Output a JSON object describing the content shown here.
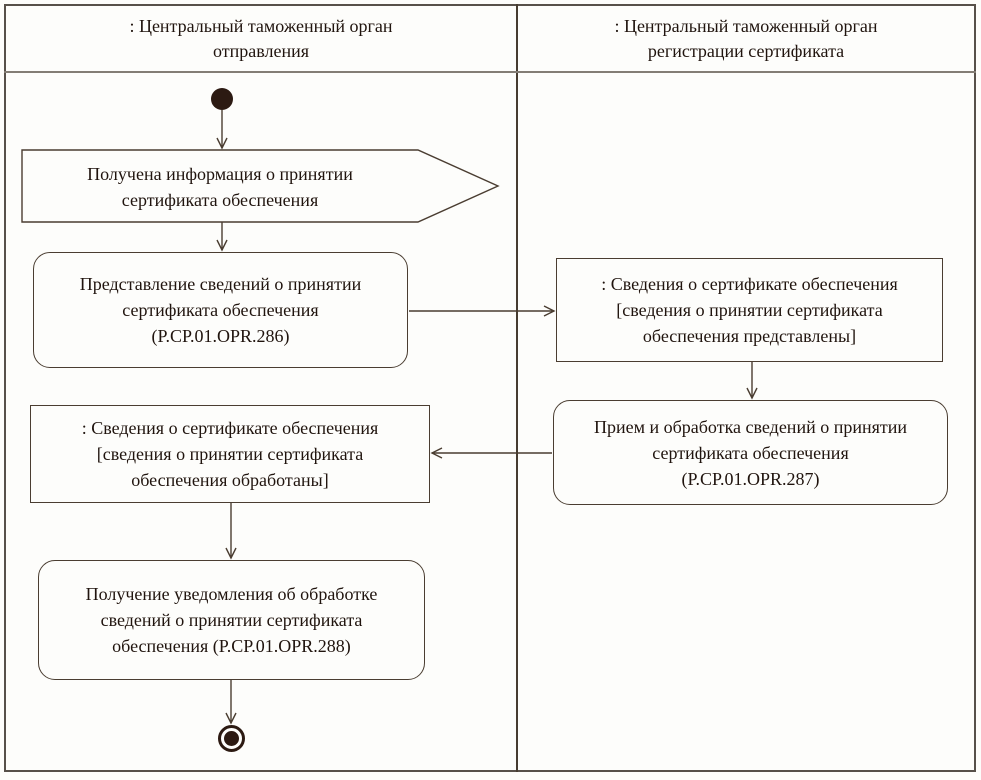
{
  "diagram": {
    "type": "uml-activity-swimlane",
    "colors": {
      "stroke": "#4a3d31",
      "frame": "#57504a",
      "node_fill": "#2c1a12",
      "background": "#fdfdfb",
      "text": "#20140e"
    },
    "lanes": [
      {
        "title": ": Центральный таможенный орган\nотправления"
      },
      {
        "title": ": Центральный таможенный орган\nрегистрации сертификата"
      }
    ],
    "nodes": {
      "initial": {
        "kind": "initial-state"
      },
      "signal_received": {
        "kind": "receive-signal",
        "text": "Получена информация о принятии\nсертификата обеспечения"
      },
      "action_286": {
        "kind": "action",
        "text": "Представление сведений о принятии\nсертификата обеспечения\n(P.CP.01.OPR.286)"
      },
      "object_presented": {
        "kind": "object-state",
        "text": ": Сведения о сертификате обеспечения\n[сведения о принятии сертификата\nобеспечения представлены]"
      },
      "action_287": {
        "kind": "action",
        "text": "Прием и обработка сведений о принятии\nсертификата обеспечения\n(P.CP.01.OPR.287)"
      },
      "object_processed": {
        "kind": "object-state",
        "text": ": Сведения о сертификате обеспечения\n[сведения о принятии сертификата\nобеспечения обработаны]"
      },
      "action_288": {
        "kind": "action",
        "text": "Получение уведомления об обработке\nсведений о принятии сертификата\nобеспечения (P.CP.01.OPR.288)"
      },
      "final": {
        "kind": "final-state"
      }
    }
  }
}
